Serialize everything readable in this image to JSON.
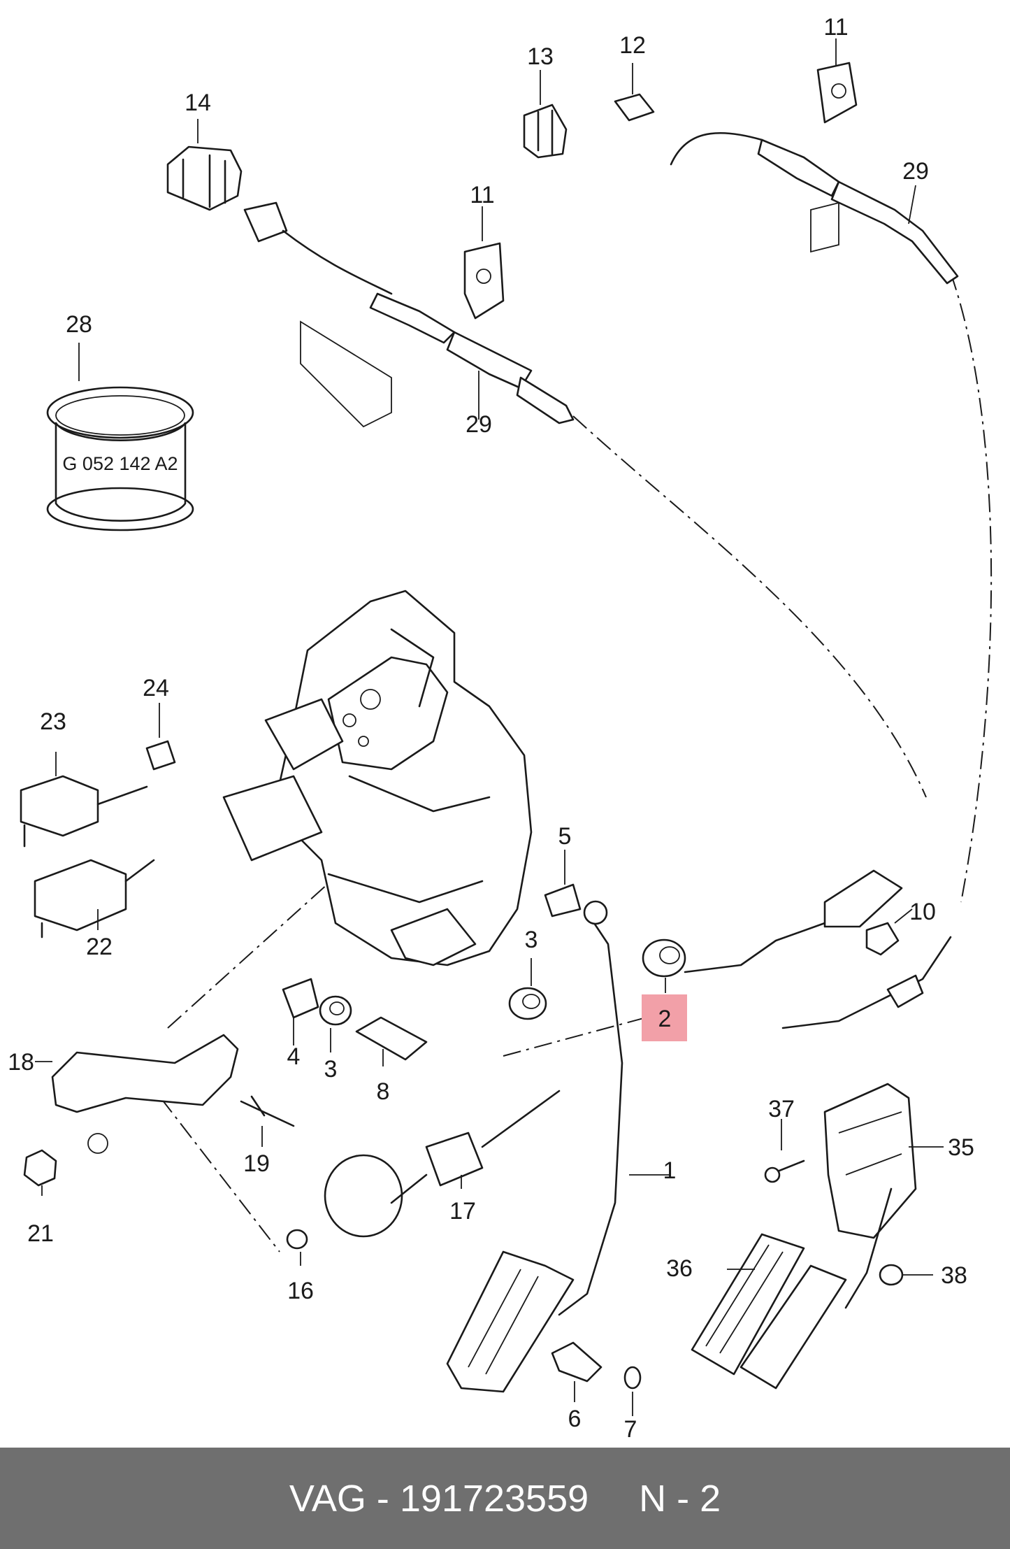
{
  "diagram": {
    "labels": [
      "14",
      "13",
      "12",
      "11",
      "11",
      "29",
      "29",
      "28",
      "24",
      "23",
      "22",
      "5",
      "3",
      "10",
      "4",
      "3",
      "8",
      "2",
      "18",
      "37",
      "35",
      "19",
      "1",
      "21",
      "17",
      "16",
      "36",
      "38",
      "6",
      "7"
    ],
    "stamp": "G 052 142 A2",
    "highlight_color": "#f2a0a8"
  },
  "footer": {
    "part": "VAG - 191723559",
    "ref": "N - 2",
    "background": "#6f6f6f"
  }
}
